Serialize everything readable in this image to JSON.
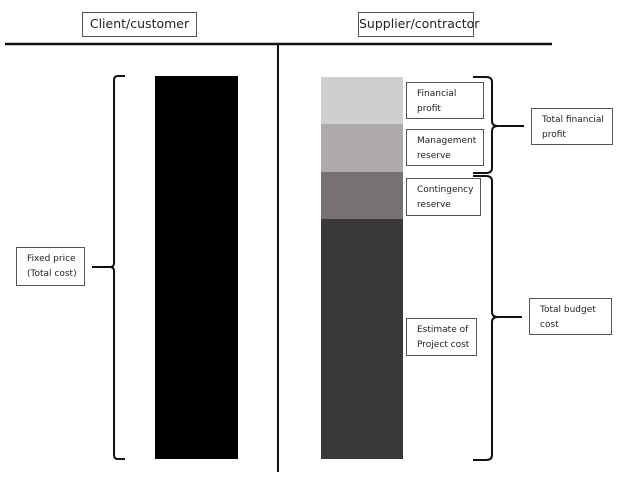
{
  "headers": {
    "client": "Client/customer",
    "supplier": "Supplier/contractor"
  },
  "client_side": {
    "bar_color": "#000000",
    "label_line1": "Fixed price",
    "label_line2": "(Total cost)"
  },
  "supplier_side": {
    "segments": [
      {
        "name": "financial-profit",
        "line1": "Financial",
        "line2": "profit",
        "color": "#d0cfcf"
      },
      {
        "name": "management-reserve",
        "line1": "Management",
        "line2": "reserve",
        "color": "#adaaa9"
      },
      {
        "name": "contingency-reserve",
        "line1": "Contingency",
        "line2": "reserve",
        "color": "#767271"
      },
      {
        "name": "project-cost-estimate",
        "line1": "Estimate of",
        "line2": "Project cost",
        "color": "#3a3838"
      }
    ],
    "groups": [
      {
        "name": "total-financial-profit",
        "line1": "Total financial",
        "line2": "profit"
      },
      {
        "name": "total-budget-cost",
        "line1": "Total budget",
        "line2": "cost"
      }
    ]
  }
}
